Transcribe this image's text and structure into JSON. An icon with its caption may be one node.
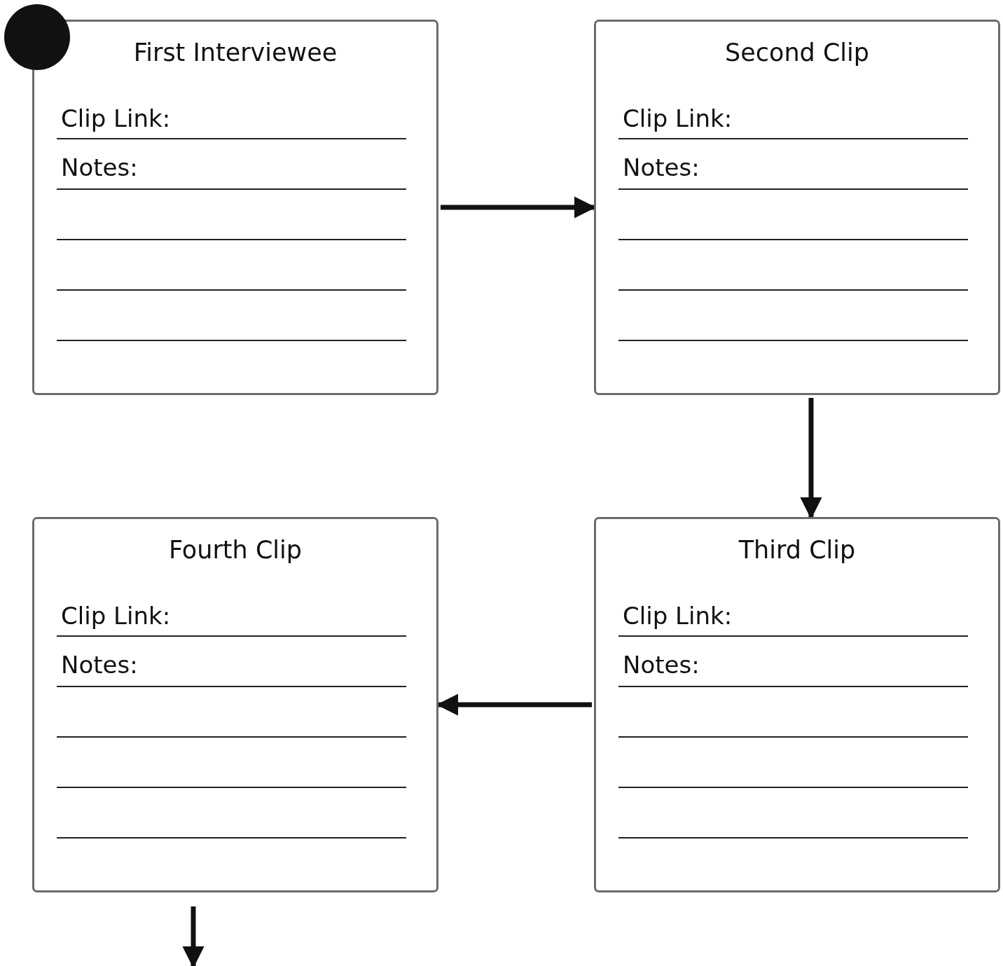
{
  "diagram": {
    "nodes": [
      {
        "text": [],
        "shape": "circle"
      },
      {
        "text": [
          "First Interviewee",
          "Clip Link:",
          "Notes:"
        ]
      },
      {
        "text": [
          "Second Clip",
          "Clip Link:",
          "Notes:"
        ]
      },
      {
        "text": [
          "Fourth Clip",
          "Clip Link:",
          "Notes:"
        ]
      },
      {
        "text": [
          "Third Clip",
          "Clip Link:",
          "Notes:"
        ]
      }
    ],
    "edges": [
      {
        "from": 1,
        "to": 2,
        "arrow": "to"
      },
      {
        "from": 2,
        "to": 4,
        "arrow": "to"
      },
      {
        "from": 4,
        "to": 3,
        "arrow": "to"
      },
      {
        "from": 3,
        "to": null,
        "arrow": "to"
      }
    ]
  }
}
